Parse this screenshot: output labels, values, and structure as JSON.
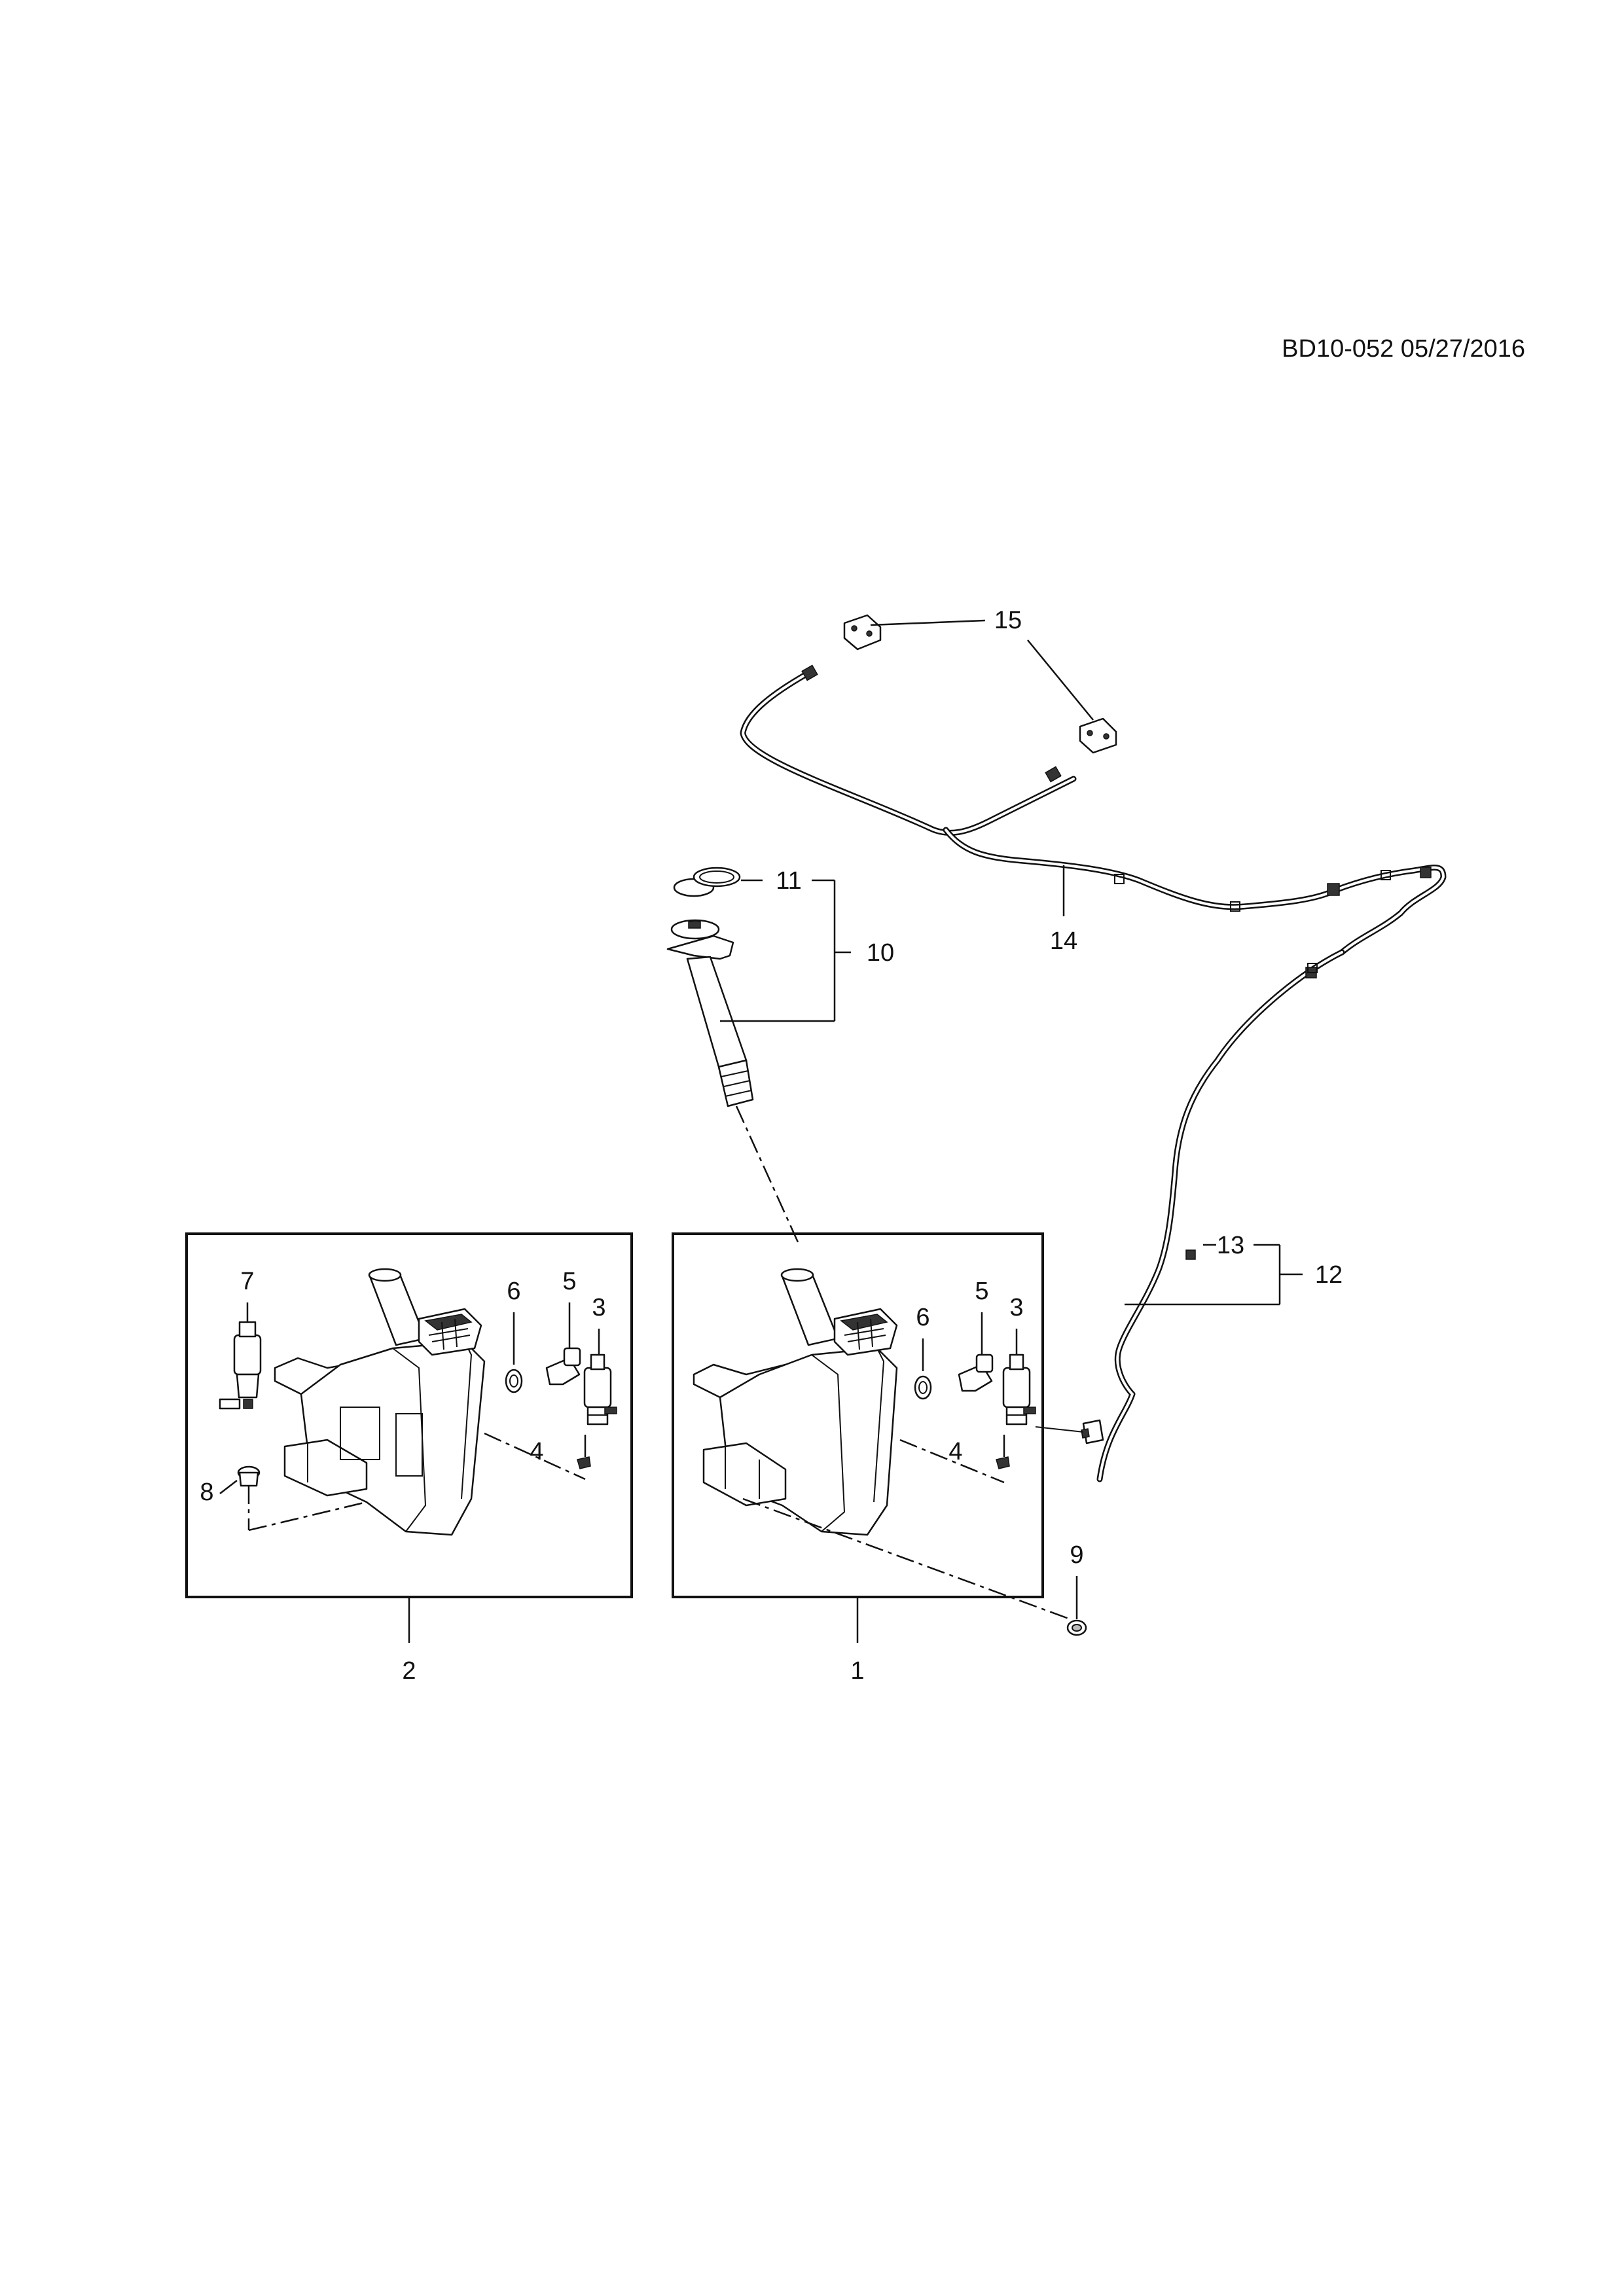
{
  "header": {
    "doc_id": "BD10-052 05/27/2016"
  },
  "callouts": {
    "c1": "1",
    "c2": "2",
    "c3a": "3",
    "c3b": "3",
    "c4a": "4",
    "c4b": "4",
    "c5a": "5",
    "c5b": "5",
    "c6a": "6",
    "c6b": "6",
    "c7": "7",
    "c8": "8",
    "c9": "9",
    "c10": "10",
    "c11": "11",
    "c12": "12",
    "c13": "13",
    "c14": "14",
    "c15": "15"
  }
}
